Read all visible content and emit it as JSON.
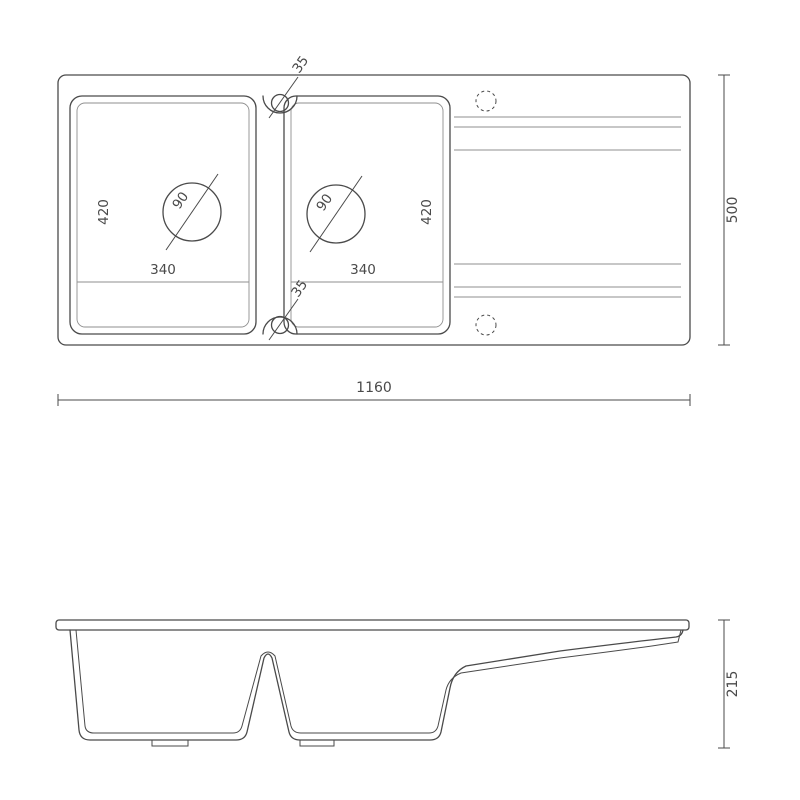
{
  "colors": {
    "line": "#4a4a4a",
    "thin": "#8f8f8f",
    "background": "#ffffff"
  },
  "top_view": {
    "dim_overall_width": "1160",
    "dim_overall_depth": "500",
    "bowl_left": {
      "dim_width": "340",
      "dim_length": "420",
      "dim_drain": "90"
    },
    "bowl_right": {
      "dim_width": "340",
      "dim_length": "420",
      "dim_drain": "90"
    },
    "dim_hole_top": "35",
    "dim_hole_bottom": "35"
  },
  "side_view": {
    "dim_height": "215"
  }
}
